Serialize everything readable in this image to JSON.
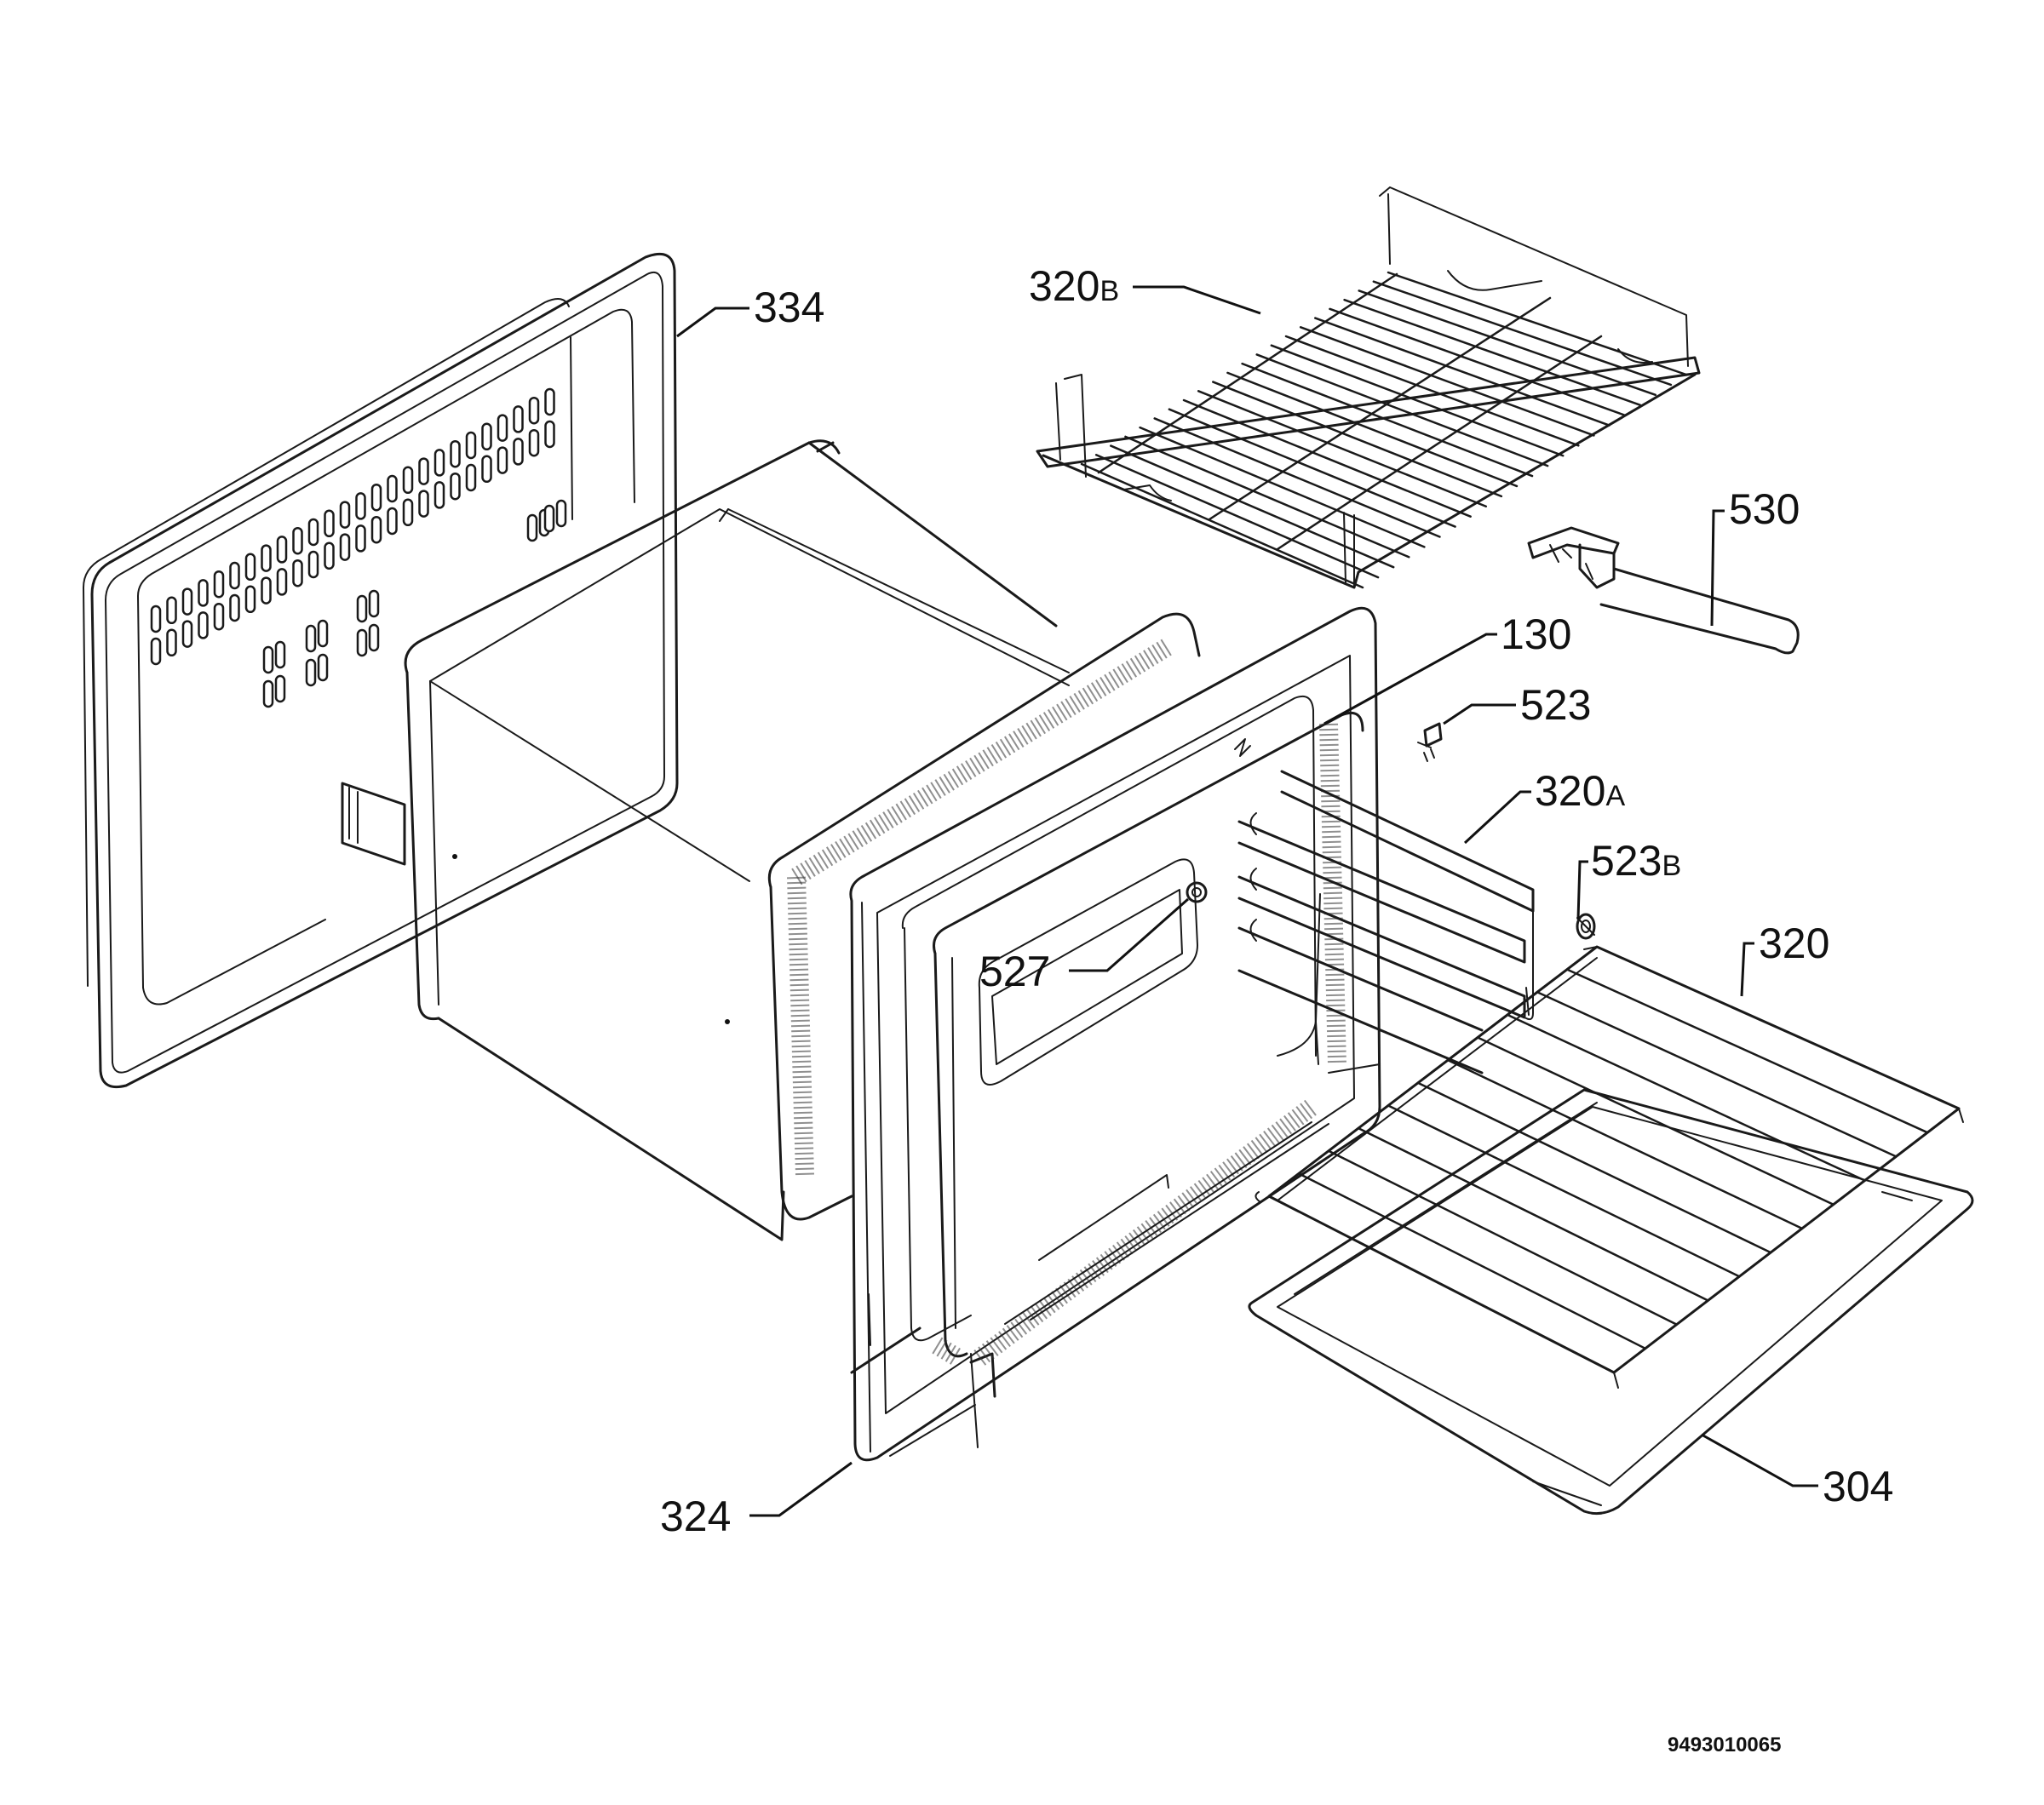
{
  "callouts": [
    {
      "id": "334",
      "main": "334",
      "sub": ""
    },
    {
      "id": "320B",
      "main": "320",
      "sub": "B"
    },
    {
      "id": "530",
      "main": "530",
      "sub": ""
    },
    {
      "id": "130",
      "main": "130",
      "sub": ""
    },
    {
      "id": "523",
      "main": "523",
      "sub": ""
    },
    {
      "id": "320A",
      "main": "320",
      "sub": "A"
    },
    {
      "id": "523B",
      "main": "523",
      "sub": "B"
    },
    {
      "id": "320",
      "main": "320",
      "sub": ""
    },
    {
      "id": "527",
      "main": "527",
      "sub": ""
    },
    {
      "id": "324",
      "main": "324",
      "sub": ""
    },
    {
      "id": "304",
      "main": "304",
      "sub": ""
    }
  ],
  "drawing_code": "9493010065"
}
